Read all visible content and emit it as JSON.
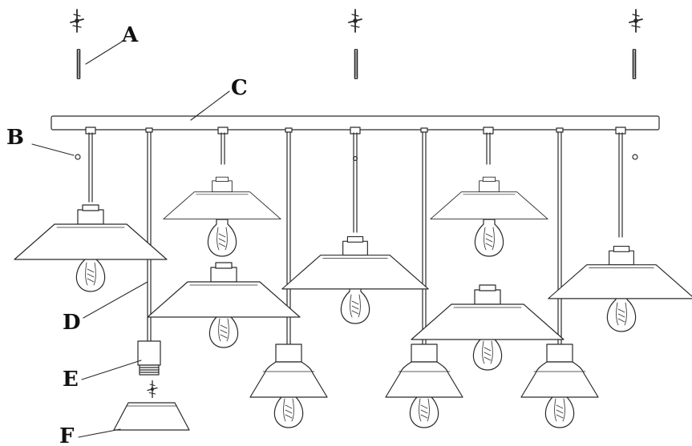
{
  "labels": {
    "a": "A",
    "b": "B",
    "c": "C",
    "d": "D",
    "e": "E",
    "f": "F"
  },
  "colors": {
    "line": "#2a2a2a",
    "fill": "#ffffff"
  }
}
